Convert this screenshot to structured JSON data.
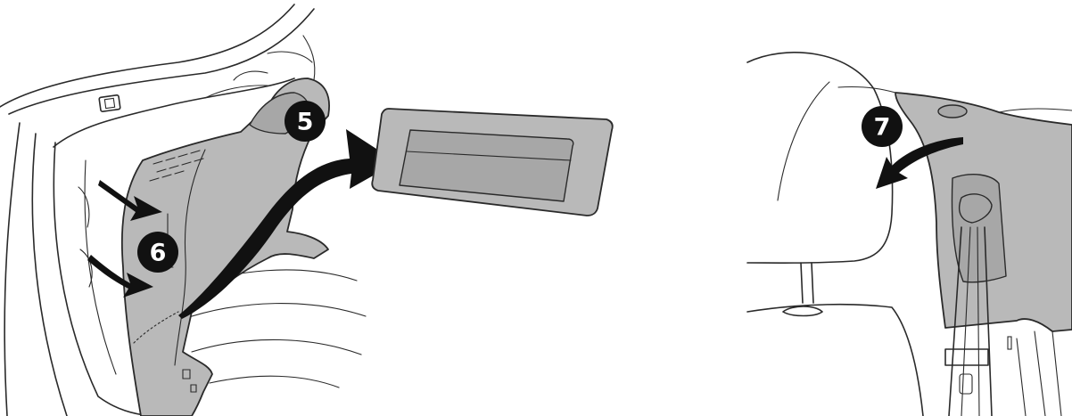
{
  "steps": {
    "step_5": "5",
    "step_6": "6",
    "step_7": "7"
  },
  "colors": {
    "panel_fill": "#b9b9b9",
    "arrow_fill": "#111111",
    "line": "#2a2a2a",
    "background": "#ffffff"
  }
}
